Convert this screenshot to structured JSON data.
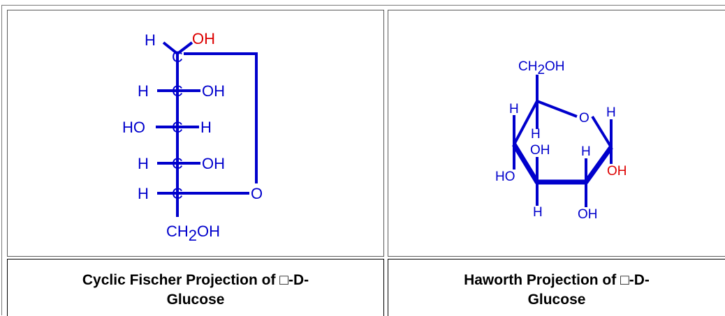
{
  "colors": {
    "bond": "#0000cc",
    "highlight": "#dd0000"
  },
  "fischer": {
    "top_h": "H",
    "top_oh": "OH",
    "c": "C",
    "row2_h": "H",
    "row2_oh": "OH",
    "row3_ho": "HO",
    "row3_h": "H",
    "row4_h": "H",
    "row4_oh": "OH",
    "row5_h": "H",
    "ring_o": "O",
    "ch2oh_ch": "CH",
    "ch2oh_sub": "2",
    "ch2oh_oh": "OH"
  },
  "haworth": {
    "ch2oh_ch": "CH",
    "ch2oh_sub": "2",
    "ch2oh_oh": "OH",
    "ring_o": "O",
    "c1_h": "H",
    "c1_oh": "OH",
    "c2_h": "H",
    "c2_oh": "OH",
    "c3_h": "H",
    "c3_oh": "OH",
    "c4_h": "H",
    "c4_ho": "HO",
    "c5_h": "H"
  },
  "captions": {
    "left_line1": "Cyclic Fischer Projection of □-D-",
    "left_line2": "Glucose",
    "right_line1": "Haworth Projection of □-D-",
    "right_line2": "Glucose"
  }
}
